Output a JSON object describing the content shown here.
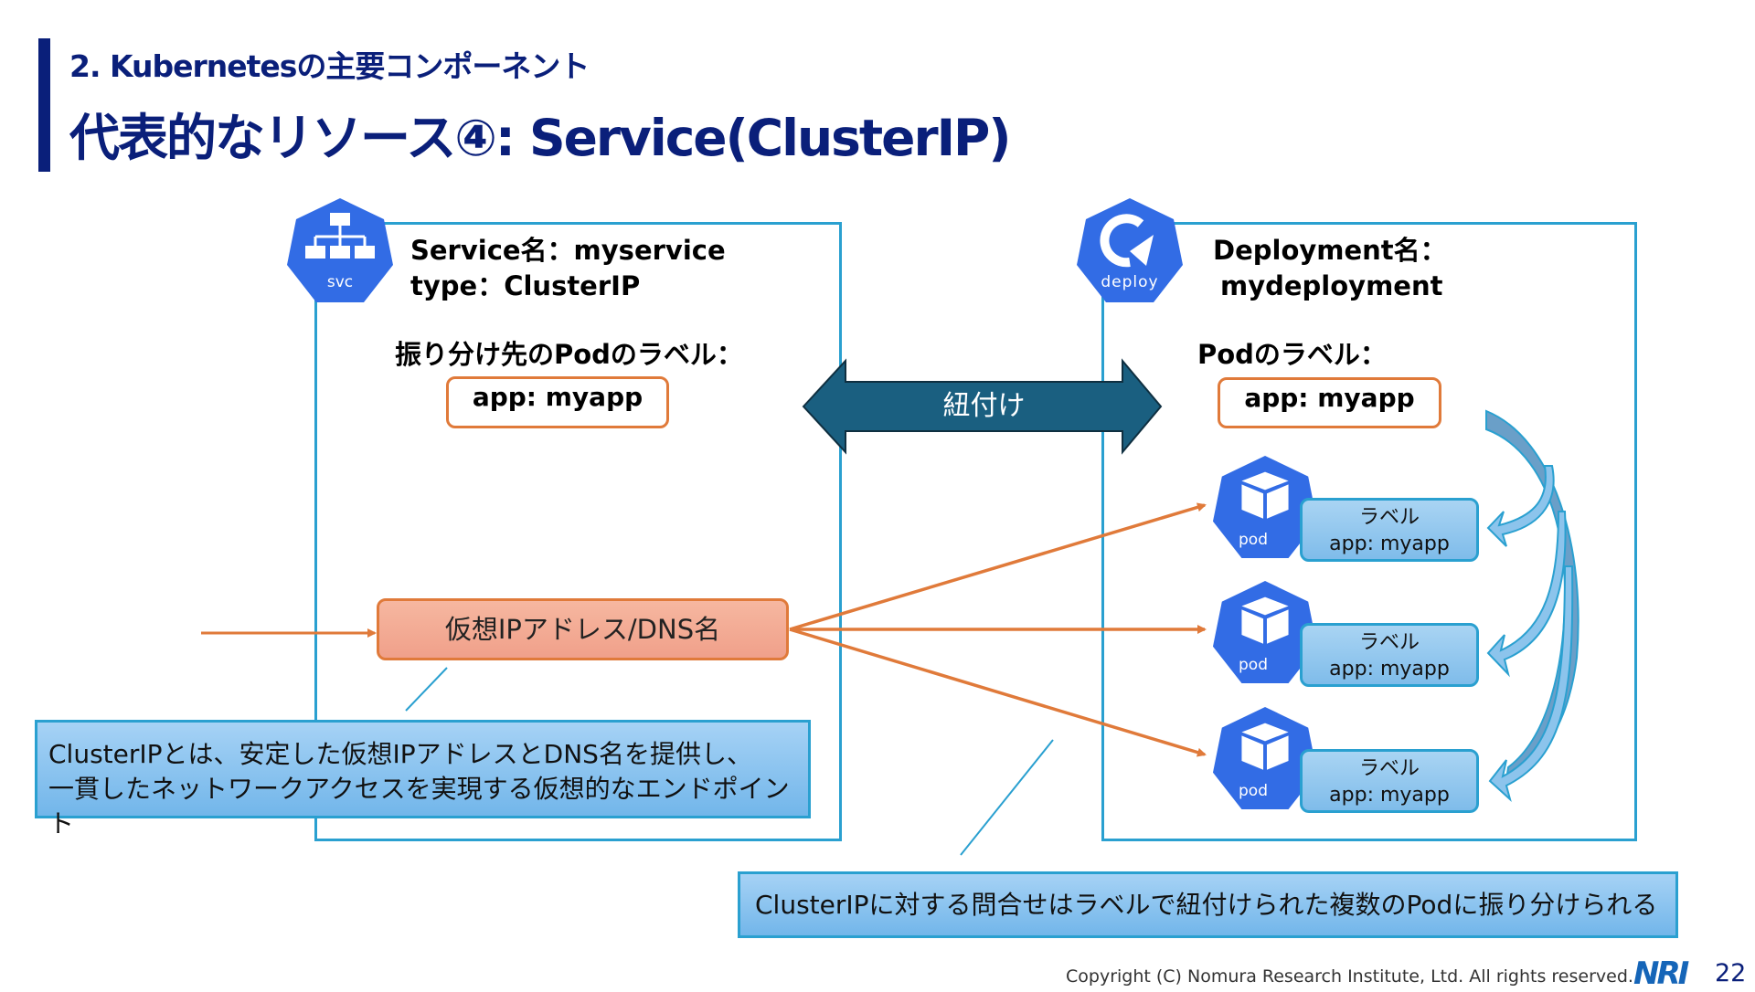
{
  "header": {
    "section": "2. Kubernetesの主要コンポーネント",
    "title": "代表的なリソース④: Service(ClusterIP)"
  },
  "service": {
    "icon_label": "svc",
    "name_line": "Service名：myservice",
    "type_line": "type：ClusterIP",
    "selector_title": "振り分け先のPodのラベル：",
    "selector_value": "app: myapp",
    "virtual_ip": "仮想IPアドレス/DNS名"
  },
  "link_arrow": {
    "label": "紐付け"
  },
  "deployment": {
    "icon_label": "deploy",
    "name_line1": "Deployment名：",
    "name_line2": "mydeployment",
    "pod_label_title": "Podのラベル：",
    "pod_label_value": "app: myapp",
    "pods": [
      {
        "icon_label": "pod",
        "label_title": "ラベル",
        "label_value": "app: myapp"
      },
      {
        "icon_label": "pod",
        "label_title": "ラベル",
        "label_value": "app: myapp"
      },
      {
        "icon_label": "pod",
        "label_title": "ラベル",
        "label_value": "app: myapp"
      }
    ]
  },
  "callouts": {
    "clusterip_line1": "ClusterIPとは、安定した仮想IPアドレスとDNS名を提供し、",
    "clusterip_line2": "一貫したネットワークアクセスを実現する仮想的なエンドポイント",
    "routing": "ClusterIPに対する問合せはラベルで紐付けられた複数のPodに振り分けられる"
  },
  "footer": {
    "copyright": "Copyright (C)  Nomura Research Institute, Ltd. All rights reserved.",
    "logo": "NRI",
    "page_number": "22"
  },
  "colors": {
    "title": "#0a1f7a",
    "frame": "#2aa0d0",
    "k8s_blue": "#326ce5",
    "orange": "#e07a3a",
    "link_arrow": "#1a5f80"
  }
}
